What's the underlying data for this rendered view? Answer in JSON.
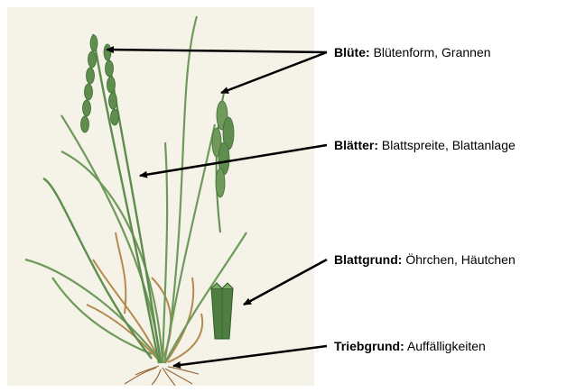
{
  "labels": {
    "bluete": {
      "term": "Blüte:",
      "detail": "Blütenform, Grannen"
    },
    "blaetter": {
      "term": "Blätter:",
      "detail": "Blattspreite, Blattanlage"
    },
    "blattgrund": {
      "term": "Blattgrund:",
      "detail": "Öhrchen, Häutchen"
    },
    "triebgrund": {
      "term": "Triebgrund:",
      "detail": "Auffälligkeiten"
    }
  },
  "illustration": {
    "subject": "grass-plant",
    "colors": {
      "background": "#f5f2e8",
      "leaf": "#6f9a5c",
      "leaf_dark": "#3f6d36",
      "spike": "#5e8d4d",
      "root": "#9a6a3a",
      "dry_leaf": "#b58a4e",
      "arrow": "#000000"
    }
  }
}
